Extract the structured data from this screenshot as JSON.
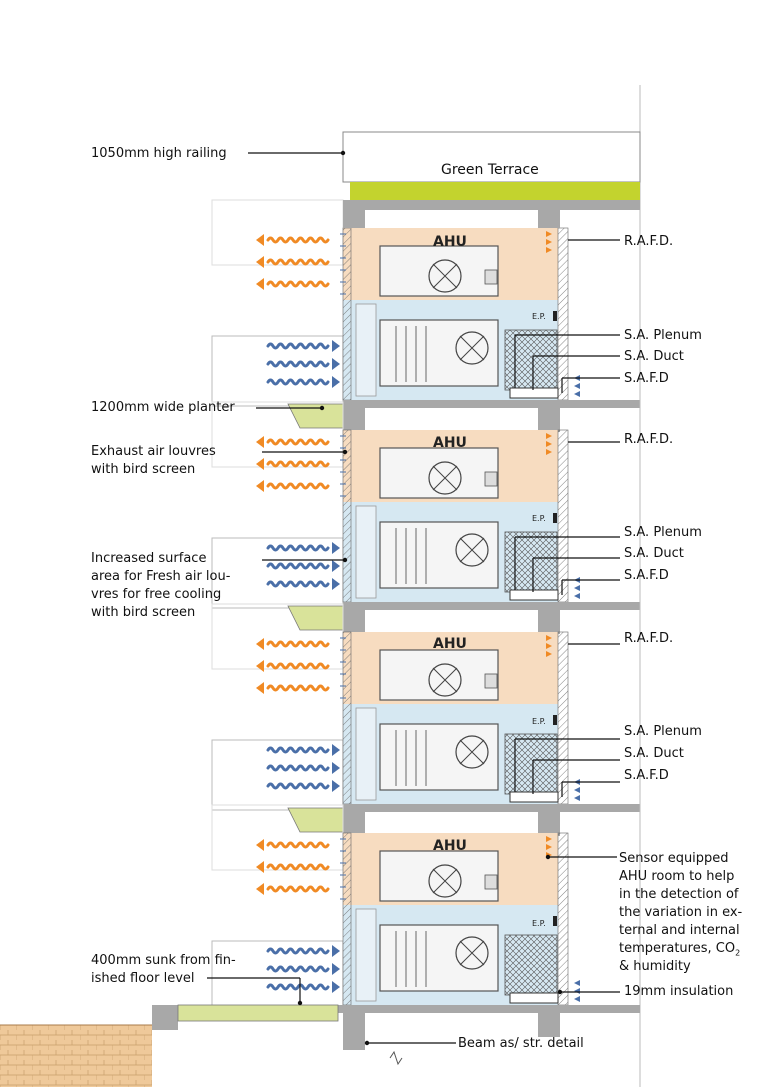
{
  "labels": {
    "railing": "1050mm high railing",
    "green_terrace": "Green Terrace",
    "planter": "1200mm wide planter",
    "exhaust_line1": "Exhaust air louvres",
    "exhaust_line2": "with bird screen",
    "fresh_line1": "Increased surface",
    "fresh_line2": "area for Fresh air lou-",
    "fresh_line3": "vres for free cooling",
    "fresh_line4": "with bird screen",
    "sunk_line1": "400mm sunk from fin-",
    "sunk_line2": "ished floor level",
    "sensor_line1": "Sensor equipped",
    "sensor_line2": "AHU room to help",
    "sensor_line3": "in the detection of",
    "sensor_line4": "the variation in ex-",
    "sensor_line5": "ternal and internal",
    "sensor_line6": "temperatures, CO",
    "sensor_sub": "2",
    "sensor_line7": "& humidity",
    "insulation": "19mm insulation",
    "beam": "Beam as/ str. detail",
    "rafd": "R.A.F.D.",
    "sa_plenum": "S.A. Plenum",
    "sa_duct": "S.A. Duct",
    "safd": "S.A.F.D",
    "ahu": "AHU",
    "ep": "E.P."
  },
  "colors": {
    "exhaust_arrow": "#f08a24",
    "fresh_arrow": "#4a6fa8",
    "ahu_zone": "#f7dcc0",
    "fresh_zone": "#d6e8f2",
    "green_terrace": "#c3d32e",
    "planter": "#d9e39a",
    "concrete": "#a8a8a8",
    "ground": "#efc99a"
  }
}
